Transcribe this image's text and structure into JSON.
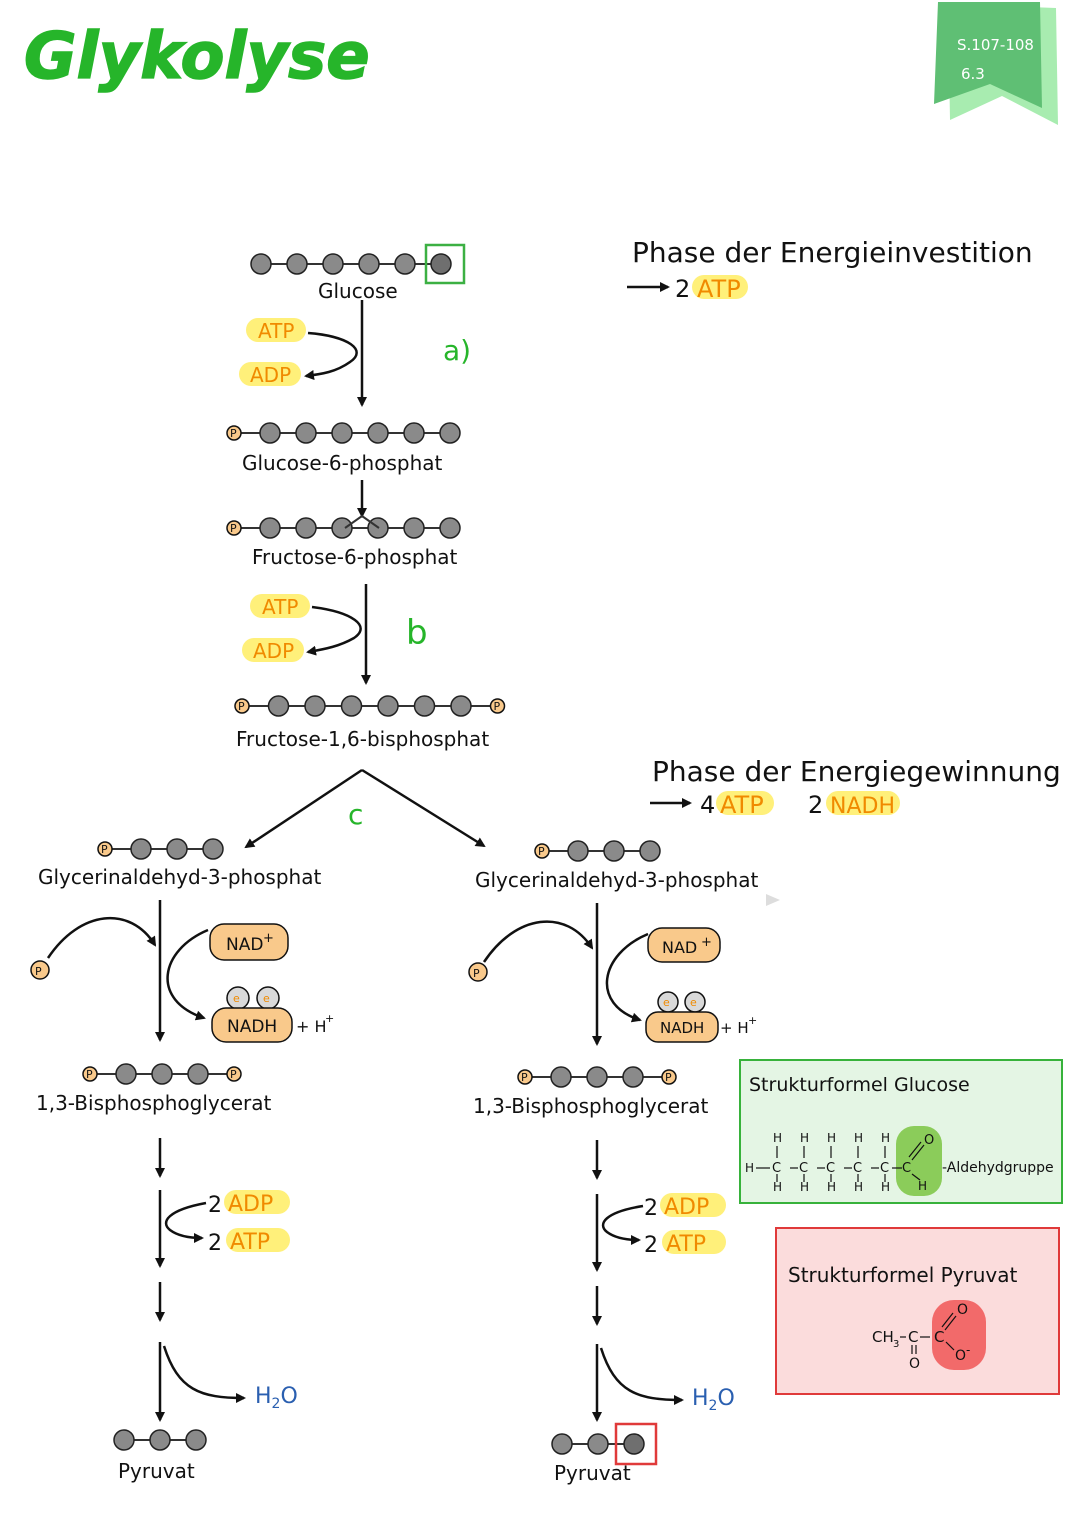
{
  "title": "Glykolyse",
  "page_ref": {
    "pages": "S.107-108",
    "section": "6.3"
  },
  "colors": {
    "title_green": "#26b52a",
    "highlight_yellow": "#fff07a",
    "atp_orange": "#f08a00",
    "nad_fill": "#f9c98b",
    "molecule_gray": "#8a8a8a",
    "glucose_box": "#dff3df",
    "glucose_box_border": "#37b23b",
    "pyruvat_box": "#fbdcdc",
    "pyruvat_box_border": "#e03a3a",
    "aldehyd_highlight": "#8bcc5a",
    "carboxyl_highlight": "#f26a6a",
    "h2o_blue": "#2a5fb0"
  },
  "phases": {
    "investment": {
      "label": "Phase der Energieinvestition",
      "atp": "2",
      "atp_unit": "ATP"
    },
    "yield": {
      "label": "Phase der Energiegewinnung",
      "atp": "4",
      "atp_unit": "ATP",
      "nadh": "2",
      "nadh_unit": "NADH"
    }
  },
  "molecules": {
    "glucose": "Glucose",
    "g6p": "Glucose-6-phosphat",
    "f6p": "Fructose-6-phosphat",
    "f16bp": "Fructose-1,6-bisphosphat",
    "gap": "Glycerinaldehyd-3-phosphat",
    "bpg": "1,3-Bisphosphoglycerat",
    "pyruvat": "Pyruvat"
  },
  "cofactors": {
    "atp": "ATP",
    "adp": "ADP",
    "nad": "NAD",
    "nad_sup": "+",
    "nadh": "NADH",
    "h_plus": "+ H",
    "h_sup": "+",
    "electron": "e",
    "electron_sup": "-",
    "two": "2",
    "water": "H",
    "water_sub": "2",
    "water_o": "O"
  },
  "steps": {
    "a": "a)",
    "b": "b",
    "c": "c"
  },
  "phosphate_label": "P",
  "structure_glucose": {
    "title": "Strukturformel Glucose",
    "group_label": "-Aldehydgruppe"
  },
  "structure_pyruvat": {
    "title": "Strukturformel Pyruvat"
  }
}
